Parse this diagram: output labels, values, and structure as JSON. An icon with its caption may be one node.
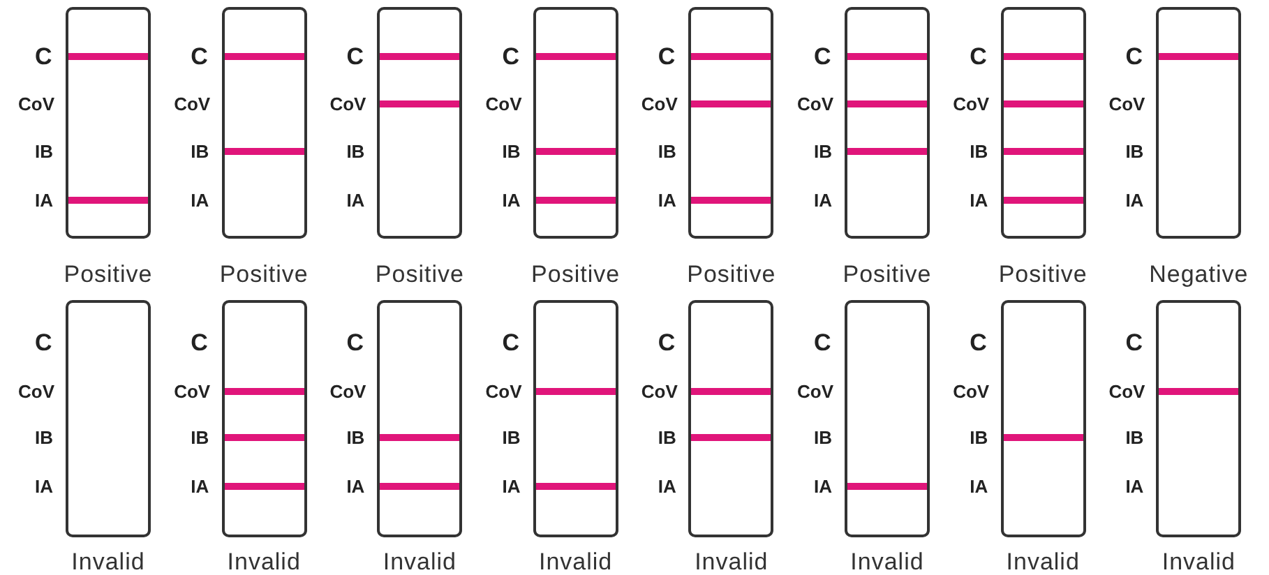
{
  "diagram": {
    "nodes": [
      {
        "text": [],
        "shape": "box",
        "beside": [
          "C",
          "CoV",
          "IB",
          "IA",
          "Positive"
        ]
      },
      {
        "text": [],
        "shape": "bar",
        "in": 0
      },
      {
        "text": [],
        "shape": "bar",
        "in": 0
      },
      {
        "text": [],
        "shape": "box",
        "beside": [
          "C",
          "CoV",
          "IB",
          "IA",
          "Positive"
        ]
      },
      {
        "text": [],
        "shape": "bar",
        "in": 3
      },
      {
        "text": [],
        "shape": "bar",
        "in": 3
      },
      {
        "text": [],
        "shape": "box",
        "beside": [
          "C",
          "CoV",
          "IB",
          "IA",
          "Positive"
        ]
      },
      {
        "text": [],
        "shape": "bar",
        "in": 6
      },
      {
        "text": [],
        "shape": "bar",
        "in": 6
      },
      {
        "text": [],
        "shape": "box",
        "beside": [
          "C",
          "CoV",
          "IB",
          "IA",
          "Positive"
        ]
      },
      {
        "text": [],
        "shape": "bar",
        "in": 9
      },
      {
        "text": [],
        "shape": "bar",
        "in": 9
      },
      {
        "text": [],
        "shape": "bar",
        "in": 9
      },
      {
        "text": [],
        "shape": "box",
        "beside": [
          "C",
          "CoV",
          "IB",
          "IA",
          "Positive"
        ]
      },
      {
        "text": [],
        "shape": "bar",
        "in": 13
      },
      {
        "text": [],
        "shape": "bar",
        "in": 13
      },
      {
        "text": [],
        "shape": "bar",
        "in": 13
      },
      {
        "text": [],
        "shape": "box",
        "beside": [
          "C",
          "CoV",
          "IB",
          "IA",
          "Positive"
        ]
      },
      {
        "text": [],
        "shape": "bar",
        "in": 17
      },
      {
        "text": [],
        "shape": "bar",
        "in": 17
      },
      {
        "text": [],
        "shape": "bar",
        "in": 17
      },
      {
        "text": [],
        "shape": "box",
        "beside": [
          "C",
          "CoV",
          "IB",
          "IA",
          "Positive"
        ]
      },
      {
        "text": [],
        "shape": "bar",
        "in": 21
      },
      {
        "text": [],
        "shape": "bar",
        "in": 21
      },
      {
        "text": [],
        "shape": "bar",
        "in": 21
      },
      {
        "text": [],
        "shape": "bar",
        "in": 21
      },
      {
        "text": [],
        "shape": "box",
        "beside": [
          "C",
          "CoV",
          "IB",
          "IA",
          "Negative"
        ]
      },
      {
        "text": [],
        "shape": "bar",
        "in": 26
      },
      {
        "text": [],
        "shape": "box",
        "beside": [
          "C",
          "CoV",
          "IB",
          "IA",
          "Invalid"
        ]
      },
      {
        "text": [],
        "shape": "box",
        "beside": [
          "C",
          "CoV",
          "IB",
          "IA",
          "Invalid"
        ]
      },
      {
        "text": [],
        "shape": "bar",
        "in": 29
      },
      {
        "text": [],
        "shape": "bar",
        "in": 29
      },
      {
        "text": [],
        "shape": "bar",
        "in": 29
      },
      {
        "text": [],
        "shape": "box",
        "beside": [
          "C",
          "CoV",
          "IB",
          "IA",
          "Invalid"
        ]
      },
      {
        "text": [],
        "shape": "bar",
        "in": 33
      },
      {
        "text": [],
        "shape": "bar",
        "in": 33
      },
      {
        "text": [],
        "shape": "box",
        "beside": [
          "C",
          "CoV",
          "IB",
          "IA",
          "Invalid"
        ]
      },
      {
        "text": [],
        "shape": "bar",
        "in": 36
      },
      {
        "text": [],
        "shape": "bar",
        "in": 36
      },
      {
        "text": [],
        "shape": "box",
        "beside": [
          "C",
          "CoV",
          "IB",
          "IA",
          "Invalid"
        ]
      },
      {
        "text": [],
        "shape": "bar",
        "in": 39
      },
      {
        "text": [],
        "shape": "bar",
        "in": 39
      },
      {
        "text": [],
        "shape": "box",
        "beside": [
          "C",
          "CoV",
          "IB",
          "IA",
          "Invalid"
        ]
      },
      {
        "text": [],
        "shape": "bar",
        "in": 42
      },
      {
        "text": [],
        "shape": "box",
        "beside": [
          "C",
          "CoV",
          "IB",
          "IA",
          "Invalid"
        ]
      },
      {
        "text": [],
        "shape": "bar",
        "in": 44
      },
      {
        "text": [],
        "shape": "box",
        "beside": [
          "C",
          "CoV",
          "IB",
          "IA",
          "Invalid"
        ]
      },
      {
        "text": [],
        "shape": "bar",
        "in": 46
      }
    ]
  }
}
